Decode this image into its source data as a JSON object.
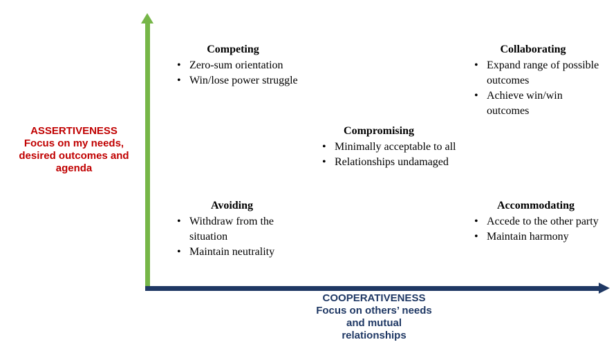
{
  "axes": {
    "vertical": {
      "name": "assertiveness-axis",
      "color": "#76b648",
      "title": "ASSERTIVENESS",
      "description_lines": [
        "Focus on my needs,",
        "desired outcomes and",
        "agenda"
      ]
    },
    "horizontal": {
      "name": "cooperativeness-axis",
      "color": "#1f3864",
      "title": "COOPERATIVENESS",
      "description_lines": [
        "Focus on others’ needs",
        "and mutual",
        "relationships"
      ]
    }
  },
  "quadrants": [
    {
      "id": "competing",
      "title": "Competing",
      "bullets": [
        "Zero-sum orientation",
        "Win/lose power struggle"
      ]
    },
    {
      "id": "collaborating",
      "title": "Collaborating",
      "bullets": [
        "Expand range of possible outcomes",
        "Achieve win/win outcomes"
      ]
    },
    {
      "id": "compromising",
      "title": "Compromising",
      "bullets": [
        "Minimally acceptable to all",
        "Relationships undamaged"
      ]
    },
    {
      "id": "avoiding",
      "title": "Avoiding",
      "bullets": [
        "Withdraw from the situation",
        "Maintain neutrality"
      ]
    },
    {
      "id": "accommodating",
      "title": "Accommodating",
      "bullets": [
        "Accede to the other party",
        "Maintain harmony"
      ]
    }
  ],
  "bullet_glyph": "•"
}
